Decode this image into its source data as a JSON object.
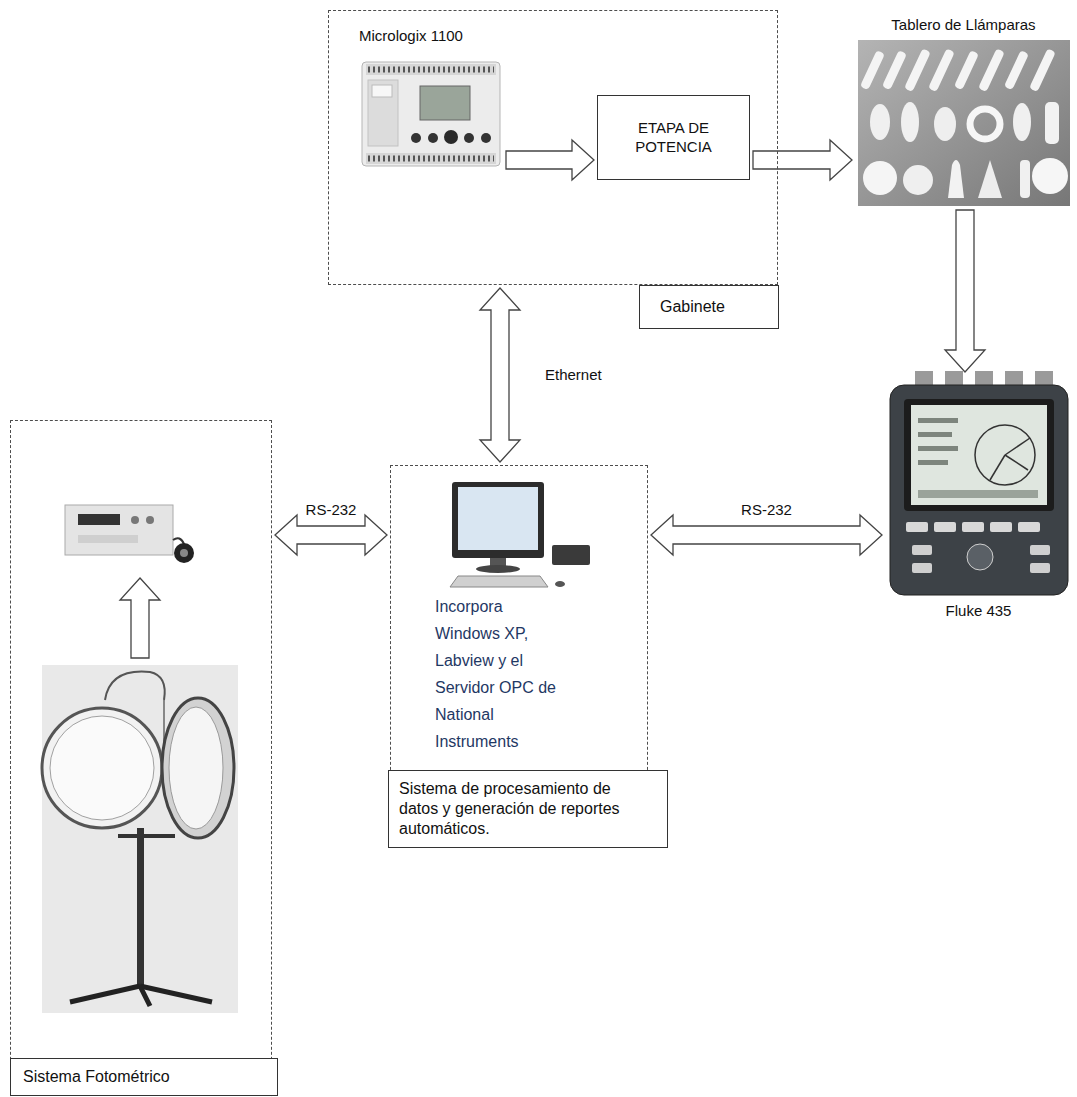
{
  "diagram": {
    "nodes": [
      {
        "text": [
          "Gabinete"
        ]
      },
      {
        "text": [
          "Micrologix 1100"
        ],
        "in": 0
      },
      {
        "text": [
          "ETAPA DE POTENCIA"
        ],
        "in": 0
      },
      {
        "text": [
          "Tablero de Llámparas"
        ]
      },
      {
        "text": [
          "Sistema de procesamiento de datos y generación de reportes automáticos."
        ]
      },
      {
        "text": [
          "Incorpora Windows XP, Labview y el Servidor OPC de National Instruments"
        ],
        "in": 4
      },
      {
        "text": [
          "Fluke 435"
        ]
      },
      {
        "text": [
          "Sistema Fotométrico"
        ]
      }
    ],
    "edges": [
      {
        "from": 1,
        "to": 2,
        "arrow": "to"
      },
      {
        "from": 2,
        "to": 3,
        "arrow": "to"
      },
      {
        "from": 3,
        "to": 6,
        "arrow": "to"
      },
      {
        "from": 0,
        "to": 4,
        "arrow": "both",
        "label": "Ethernet"
      },
      {
        "from": 7,
        "to": 4,
        "arrow": "both",
        "label": "RS-232"
      },
      {
        "from": 4,
        "to": 6,
        "arrow": "both",
        "label": "RS-232"
      }
    ]
  }
}
